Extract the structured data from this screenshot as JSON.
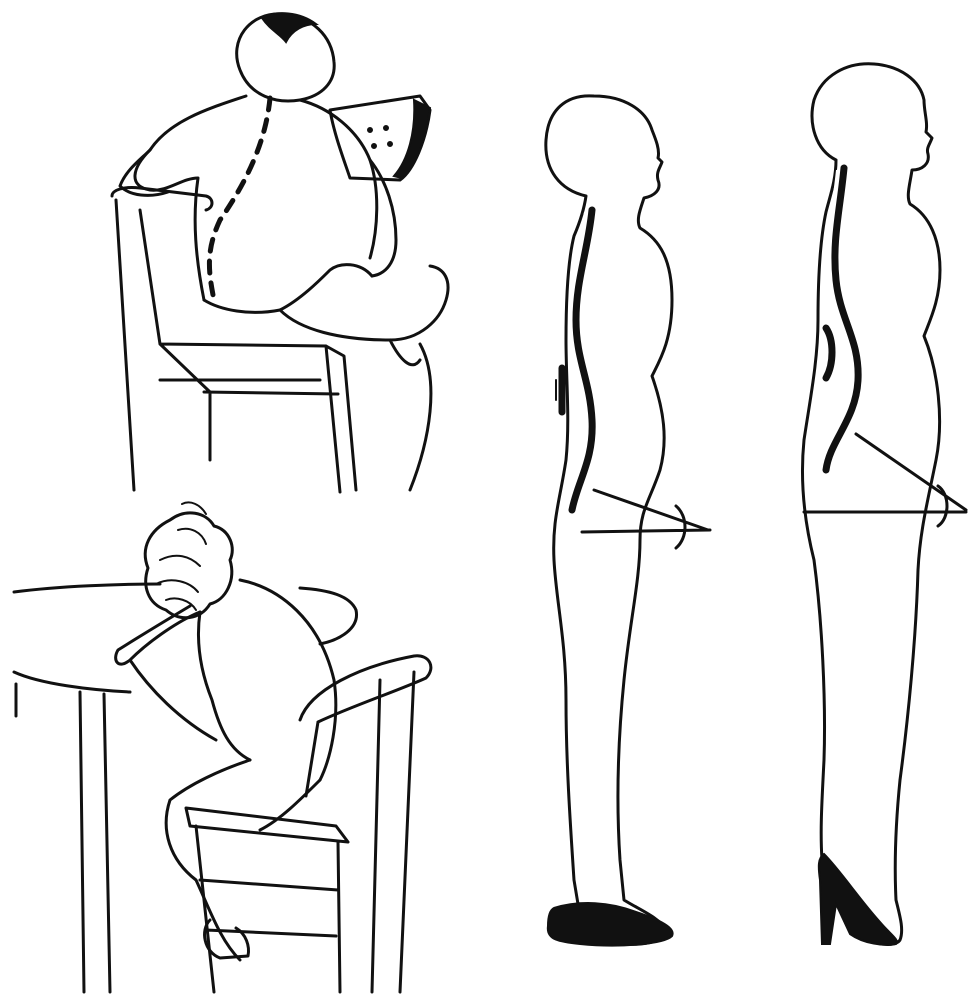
{
  "figures": [
    {
      "name": "seated-reading-slouch"
    },
    {
      "name": "seated-desk-slouch"
    },
    {
      "name": "standing-flat-shoes"
    },
    {
      "name": "standing-high-heels"
    }
  ],
  "colors": {
    "ink": "#111111",
    "paper": "#ffffff"
  }
}
